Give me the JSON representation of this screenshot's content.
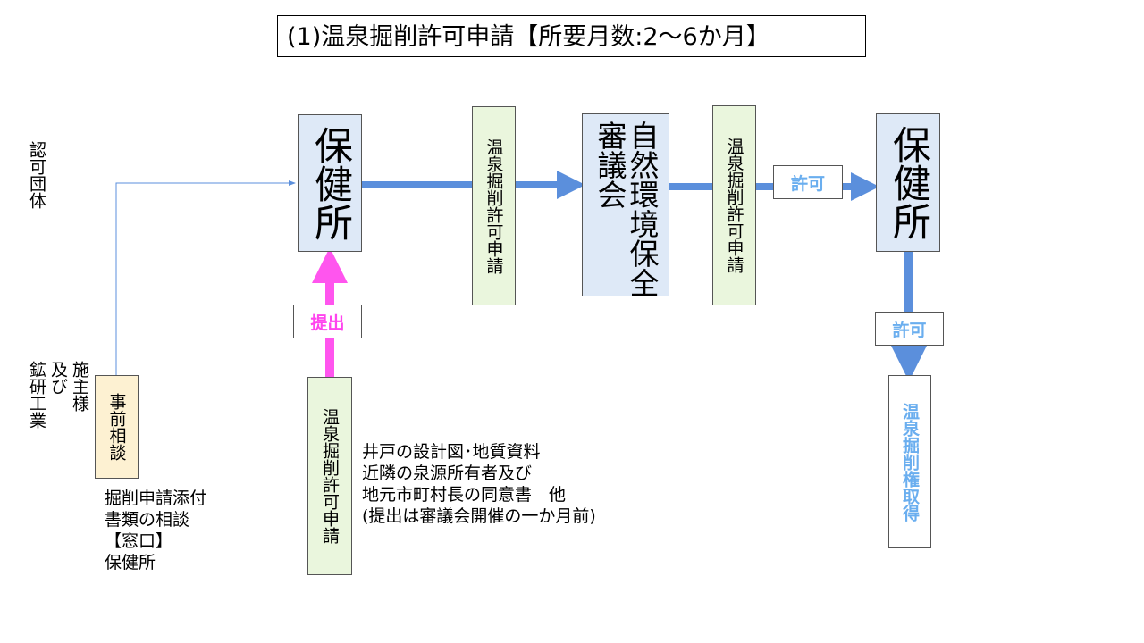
{
  "title": "(1)温泉掘削許可申請【所要月数:2〜6か月】",
  "lanes": {
    "top": "認可団体",
    "bottom": "施主様 及び 鉱研工業"
  },
  "boxes": {
    "hokenjo_1": "保健所",
    "application_1": "温泉掘削許可申請",
    "council": "自然環境保全審議会",
    "application_2": "温泉掘削許可申請",
    "hokenjo_2": "保健所",
    "consultation": "事前相談",
    "application_3": "温泉掘削許可申請",
    "result": "温泉掘削権取得"
  },
  "tags": {
    "submit": "提出",
    "permit_1": "許可",
    "permit_2": "許可"
  },
  "notes": {
    "consult_note": "掘削申請添付\n書類の相談\n【窓口】\n保健所",
    "docs_note": "井戸の設計図･地質資料\n近隣の泉源所有者及び\n地元市町村長の同意書　他\n(提出は審議会開催の一か月前)"
  },
  "colors": {
    "arrow_blue": "#5b8fdc",
    "arrow_pink": "#ff55ee",
    "box_blue": "#dee9f7",
    "box_green": "#eaf6dd",
    "box_beige": "#fdf1d2",
    "text_lightblue": "#6aaeef",
    "text_pink": "#ff44ee"
  }
}
